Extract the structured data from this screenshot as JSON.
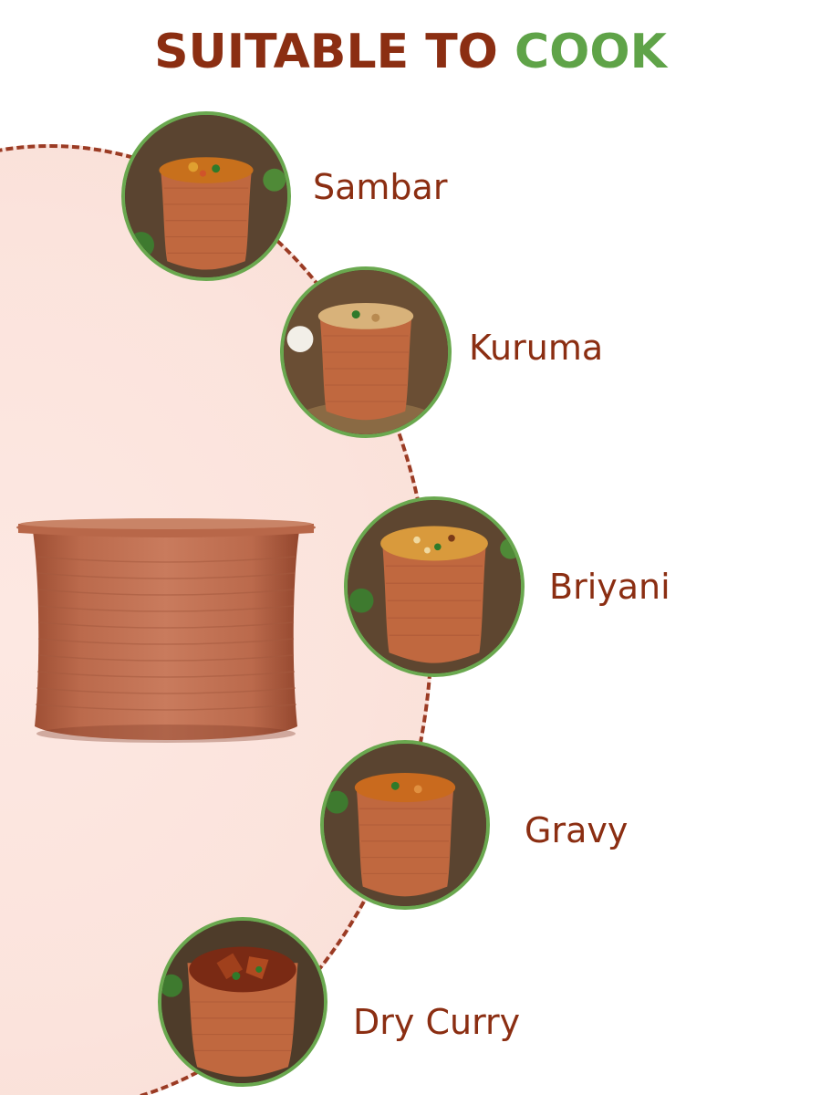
{
  "header": {
    "title_part1": "SUITABLE TO",
    "title_part2": "COOK"
  },
  "colors": {
    "title_brown": "#8b2e12",
    "title_green": "#5fa348",
    "circle_border_green": "#6aa84f",
    "clay_pot": "#c0694a",
    "dashed_arc": "#9b3b24",
    "background_blush": "#fbe3dc"
  },
  "main_image": {
    "icon": "clay-pot-icon"
  },
  "dishes": [
    {
      "label": "Sambar",
      "icon": "sambar-pot-icon",
      "food_color": "#c8701c"
    },
    {
      "label": "Kuruma",
      "icon": "kuruma-pot-icon",
      "food_color": "#d8b27a"
    },
    {
      "label": "Briyani",
      "icon": "briyani-pot-icon",
      "food_color": "#d99a3c"
    },
    {
      "label": "Gravy",
      "icon": "gravy-pot-icon",
      "food_color": "#c96a1e"
    },
    {
      "label": "Dry Curry",
      "icon": "dry-curry-pot-icon",
      "food_color": "#7a2a14"
    }
  ]
}
